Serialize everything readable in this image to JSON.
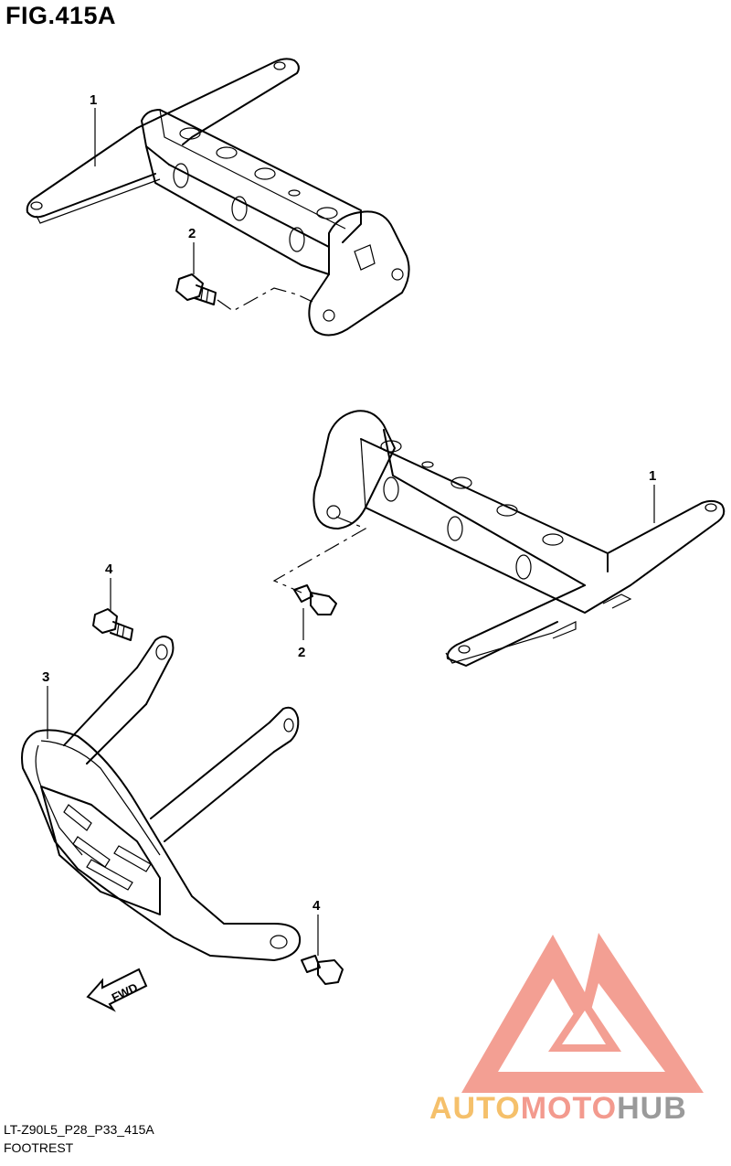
{
  "figure": {
    "title": "FIG.415A",
    "code": "LT-Z90L5_P28_P33_415A",
    "caption": "FOOTREST"
  },
  "callouts": {
    "upper_bracket": "1",
    "upper_bolt": "2",
    "lower_bracket": "1",
    "lower_bolt": "2",
    "guard_top_bolt": "4",
    "guard": "3",
    "guard_bottom_bolt": "4"
  },
  "direction_label": "FWD",
  "watermark": {
    "part1": "AUTO",
    "part2": "MOTO",
    "part3": "HUB",
    "color_part1": "#f5c06b",
    "color_part2": "#f39a8e",
    "color_part3": "#9a9a9a",
    "logo_color": "#f08070"
  }
}
